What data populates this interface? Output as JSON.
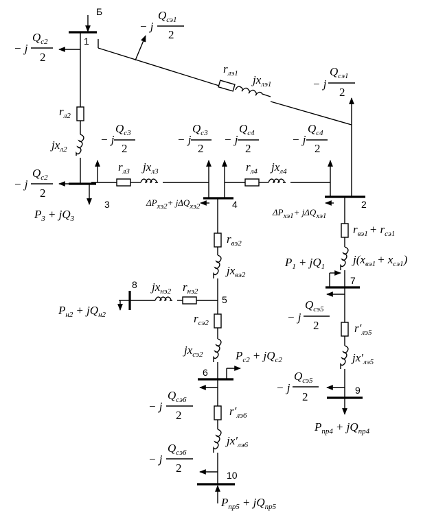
{
  "nodes": {
    "b": "Б",
    "n1": "1",
    "n2": "2",
    "n3": "3",
    "n4": "4",
    "n5": "5",
    "n6": "6",
    "n7": "7",
    "n8": "8",
    "n9": "9",
    "n10": "10"
  },
  "charging": {
    "qc1": {
      "pre": "− j",
      "num_main": "Q",
      "num_sub": "сэ1",
      "den": "2"
    },
    "qc2": {
      "pre": "− j",
      "num_main": "Q",
      "num_sub": "с2",
      "den": "2"
    },
    "qc3": {
      "pre": "− j",
      "num_main": "Q",
      "num_sub": "с3",
      "den": "2"
    },
    "qc4": {
      "pre": "− j",
      "num_main": "Q",
      "num_sub": "с4",
      "den": "2"
    },
    "qc5": {
      "pre": "− j",
      "num_main": "Q",
      "num_sub": "сэ5",
      "den": "2"
    },
    "qc6": {
      "pre": "− j",
      "num_main": "Q",
      "num_sub": "сэ6",
      "den": "2"
    }
  },
  "impedances": {
    "r_l1": {
      "main": "r",
      "sub": "лэ1"
    },
    "x_l1": {
      "main": "jx",
      "sub": "лэ1"
    },
    "r_l2": {
      "main": "r",
      "sub": "л2"
    },
    "x_l2": {
      "main": "jx",
      "sub": "л2"
    },
    "r_l3": {
      "main": "r",
      "sub": "л3"
    },
    "x_l3": {
      "main": "jx",
      "sub": "л3"
    },
    "r_l4": {
      "main": "r",
      "sub": "л4"
    },
    "x_l4": {
      "main": "jx",
      "sub": "л4"
    },
    "r_ve2": {
      "main": "r",
      "sub": "вэ2"
    },
    "x_ve2": {
      "main": "jx",
      "sub": "вэ2"
    },
    "x_ne2": {
      "main": "jx",
      "sub": "нэ2"
    },
    "r_ne2": {
      "main": "r",
      "sub": "нэ2"
    },
    "r_se2": {
      "main": "r",
      "sub": "сэ2"
    },
    "x_se2": {
      "main": "jx",
      "sub": "сэ2"
    },
    "r_le6": {
      "main": "r′",
      "sub": "лэ6"
    },
    "x_le6": {
      "main": "jx′",
      "sub": "лэ6"
    },
    "r_le5": {
      "main": "r′",
      "sub": "лэ5"
    },
    "x_le5": {
      "main": "jx′",
      "sub": "лэ5"
    },
    "r_ve1": {
      "a": "r",
      "a_sub": "вэ1",
      "plus": "+ r",
      "b_sub": "сэ1"
    },
    "x_ve1": {
      "pre": "j",
      "open": "(x",
      "a_sub": "вэ1",
      "plus": "+ x",
      "b_sub": "сэ1",
      "close": ")"
    }
  },
  "loads": {
    "p3": {
      "a": "P",
      "a_sub": "3",
      "b": "+ jQ",
      "b_sub": "3"
    },
    "p1": {
      "a": "P",
      "a_sub": "1",
      "b": "+ jQ",
      "b_sub": "1"
    },
    "pc2": {
      "a": "P",
      "a_sub": "с2",
      "b": "+ jQ",
      "b_sub": "с2"
    },
    "pn2": {
      "a": "P",
      "a_sub": "н2",
      "b": "+ jQ",
      "b_sub": "н2"
    },
    "ppr4": {
      "a": "P",
      "a_sub": "пр4",
      "b": "+ jQ",
      "b_sub": "пр4"
    },
    "ppr5": {
      "a": "P",
      "a_sub": "пр5",
      "b": "+ jQ",
      "b_sub": "пр5"
    }
  },
  "noload_losses": {
    "dp2": {
      "a": "ΔP",
      "a_sub": "хэ2",
      "b": "+ jΔQ",
      "b_sub": "хэ2"
    },
    "dp1": {
      "a": "ΔP",
      "a_sub": "хэ1",
      "b": "+ jΔQ",
      "b_sub": "хэ1"
    }
  }
}
